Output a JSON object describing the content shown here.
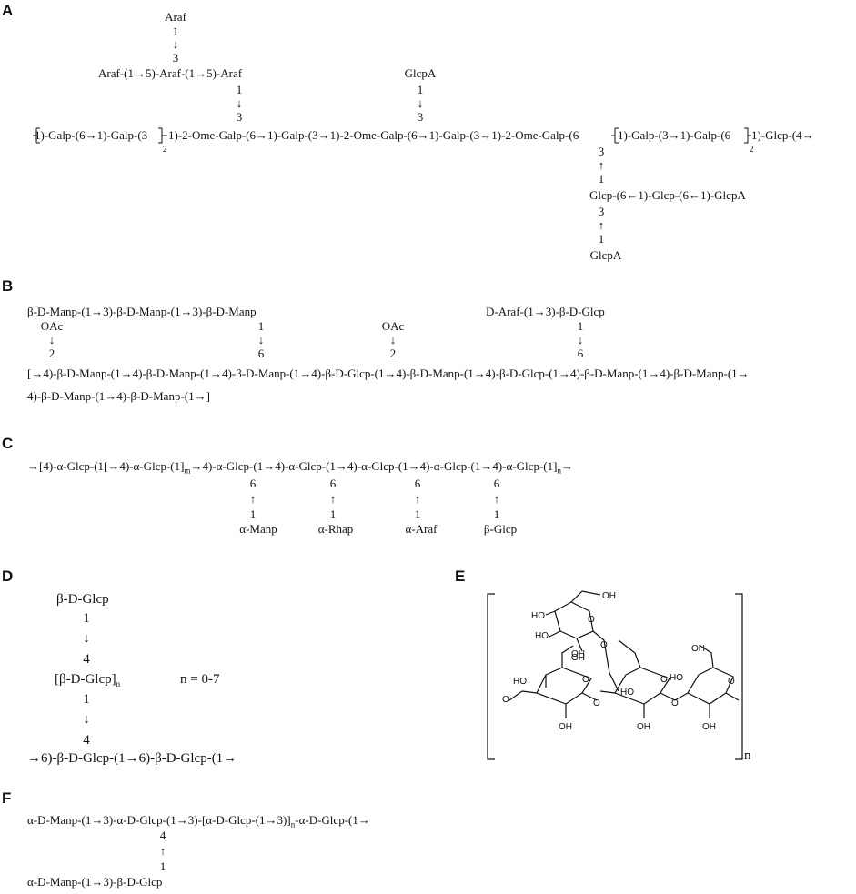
{
  "labels": {
    "A": "A",
    "B": "B",
    "C": "C",
    "D": "D",
    "E": "E",
    "F": "F"
  },
  "symbols": {
    "down": "↓",
    "up": "↑",
    "one": "1",
    "two": "2",
    "three": "3",
    "four": "4",
    "six": "6",
    "sub2": "2",
    "n": "n"
  },
  "A": {
    "araf_top": "Araf",
    "araf_chain": "Araf-(1→5)-Araf-(1→5)-Araf",
    "glcpa_top": "GlcpA",
    "backbone_pre": "1)-Galp-(6→1)-Galp-(3",
    "backbone_mid": "1)-2-Ome-Galp-(6→1)-Galp-(3→1)-2-Ome-Galp-(6→1)-Galp-(3→1)-2-Ome-Galp-(6",
    "backbone_rep2": "1)-Galp-(3→1)-Galp-(6",
    "backbone_post": "1)-Glcp-(4→",
    "branch_chain": "Glcp-(6←1)-Glcp-(6←1)-GlcpA",
    "glcpa_bottom": "GlcpA"
  },
  "B": {
    "top_left": "β-D-Manp-(1→3)-β-D-Manp-(1→3)-β-D-Manp",
    "oac": "OAc",
    "top_right": "D-Araf-(1→3)-β-D-Glcp",
    "line1": "[→4)-β-D-Manp-(1→4)-β-D-Manp-(1→4)-β-D-Manp-(1→4)-β-D-Glcp-(1→4)-β-D-Manp-(1→4)-β-D-Glcp-(1→4)-β-D-Manp-(1→4)-β-D-Manp-(1→",
    "line2": "4)-β-D-Manp-(1→4)-β-D-Manp-(1→]"
  },
  "C": {
    "backbone_a": "→[4)-α-Glcp-(1[→4)-α-Glcp-(1]",
    "sub_m": "m",
    "backbone_b": "→4)-α-Glcp-(1→4)-α-Glcp-(1→4)-α-Glcp-(1→4)-α-Glcp-(1→4)-α-Glcp-(1]",
    "sub_n": "n",
    "backbone_c": "→",
    "branches": [
      "α-Manp",
      "α-Rhap",
      "α-Araf",
      "β-Glcp"
    ]
  },
  "D": {
    "top": "β-D-Glcp",
    "repeat": "[β-D-Glcp]",
    "n_range": "n = 0-7",
    "backbone": "→6)-β-D-Glcp-(1→6)-β-D-Glcp-(1→"
  },
  "E": {
    "oh": "OH",
    "ho": "HO",
    "o": "O"
  },
  "F": {
    "line1": "α-D-Manp-(1→3)-α-D-Glcp-(1→3)-[α-D-Glcp-(1→3)]",
    "line1_tail": "-α-D-Glcp-(1→",
    "bottom": "α-D-Manp-(1→3)-β-D-Glcp"
  }
}
